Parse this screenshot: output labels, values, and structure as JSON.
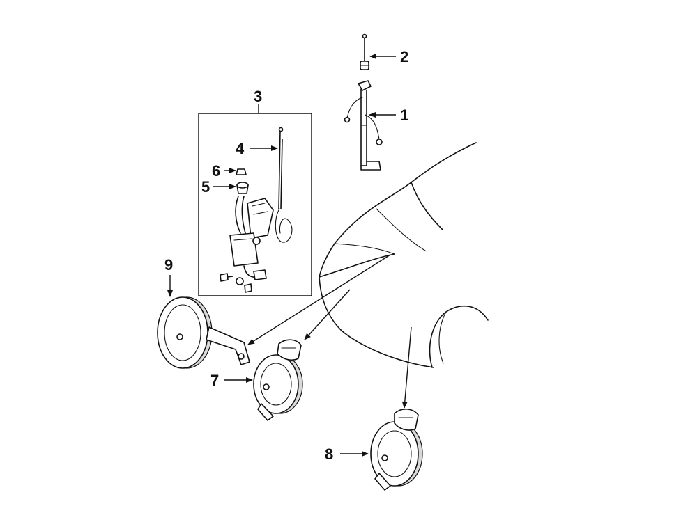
{
  "callouts": {
    "c1": "1",
    "c2": "2",
    "c3": "3",
    "c4": "4",
    "c5": "5",
    "c6": "6",
    "c7": "7",
    "c8": "8",
    "c9": "9"
  },
  "icons": [
    "antenna-mast",
    "antenna-assembly",
    "power-antenna-kit",
    "horn-high",
    "horn-low",
    "horn-bracket",
    "vehicle-front"
  ]
}
